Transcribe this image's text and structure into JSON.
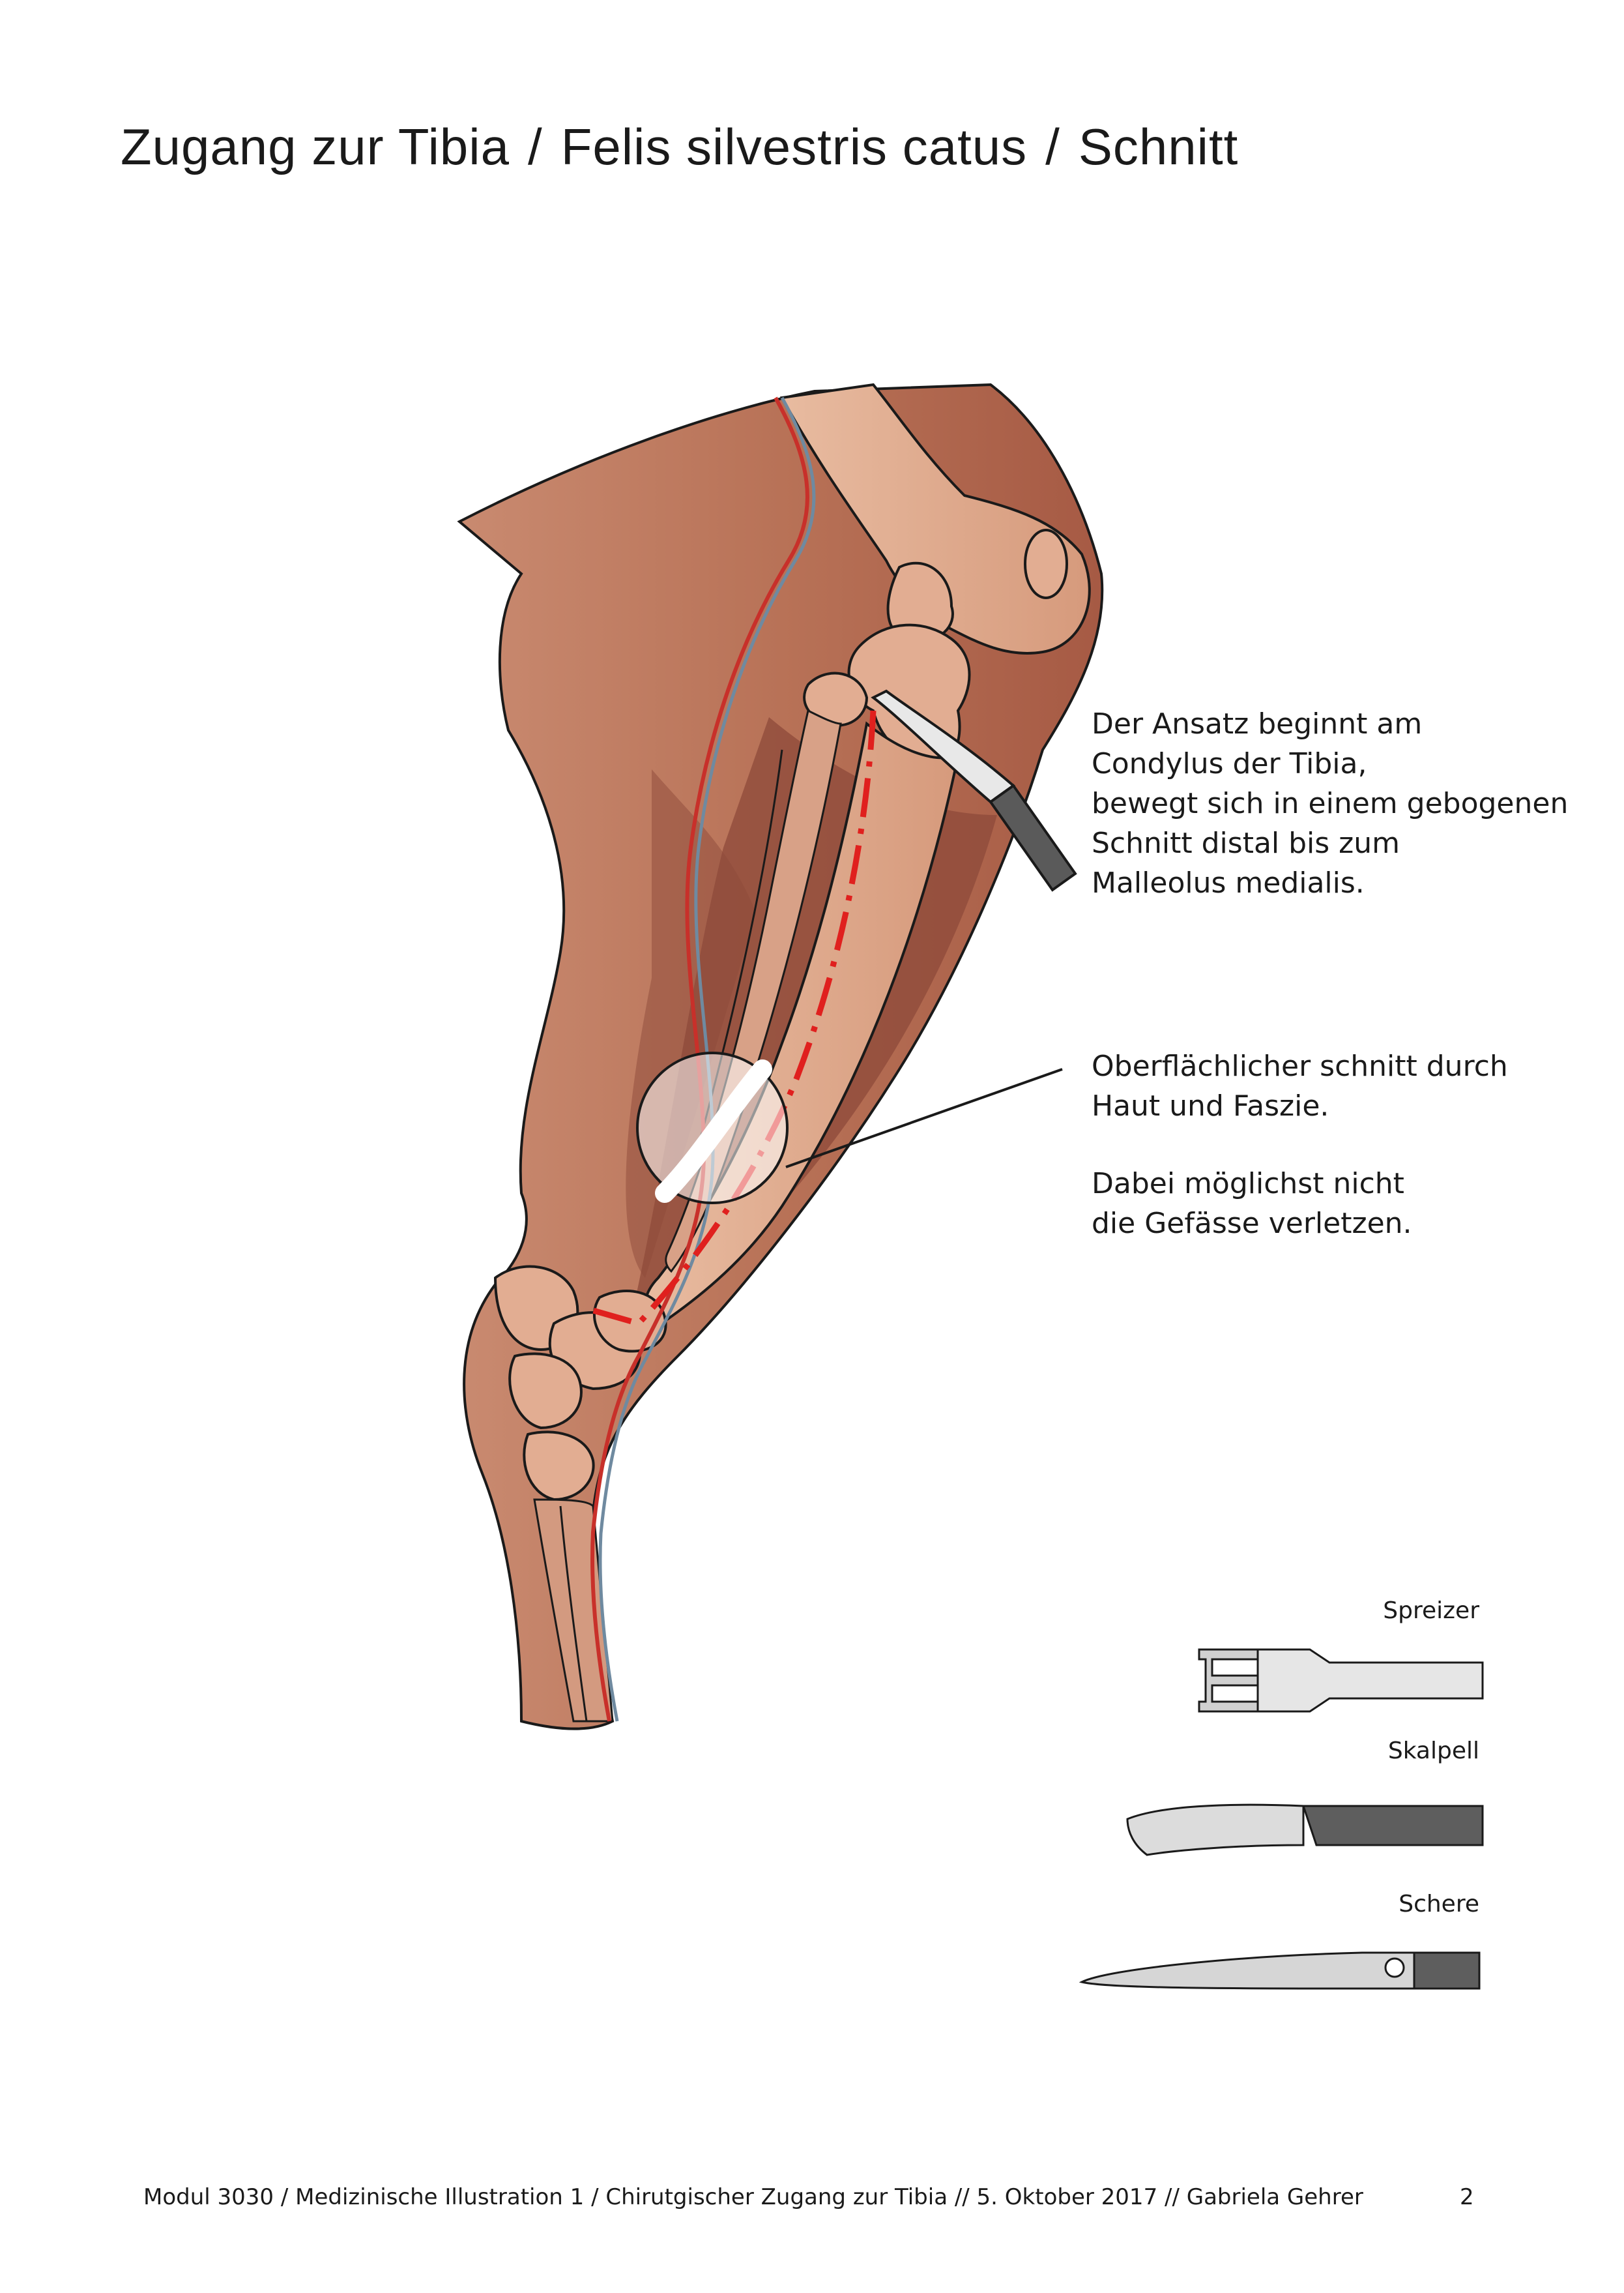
{
  "title": {
    "part1": "Zugang zur Tibia",
    "separator": "/",
    "part2": "Felis silvestris catus",
    "part3": "Schnitt"
  },
  "callouts": {
    "incision": "Der Ansatz beginnt am\nCondylus der Tibia,\nbewegt sich in einem gebogenen\nSchnitt distal bis zum\nMalleolus medialis.",
    "superficial_line1": "Oberflächlicher schnitt durch\nHaut und Faszie.",
    "superficial_line2": "Dabei möglichst nicht\ndie Gefässe verletzen."
  },
  "tools": [
    {
      "label": "Spreizer",
      "icon": "retractor-icon"
    },
    {
      "label": "Skalpell",
      "icon": "scalpel-icon"
    },
    {
      "label": "Schere",
      "icon": "scissors-icon"
    }
  ],
  "footer": {
    "text": "Modul 3030 / Medizinische Illustration 1 / Chirutgischer Zugang zur Tibia // 5. Oktober 2017 // Gabriela Gehrer",
    "page": "2"
  },
  "colors": {
    "skin": "#b86e55",
    "skin_light": "#d39a80",
    "muscle_dark": "#8e4a3a",
    "bone": "#e2ad92",
    "incision": "#e0201e",
    "artery": "#c8302a",
    "vein": "#6f8aa0"
  }
}
